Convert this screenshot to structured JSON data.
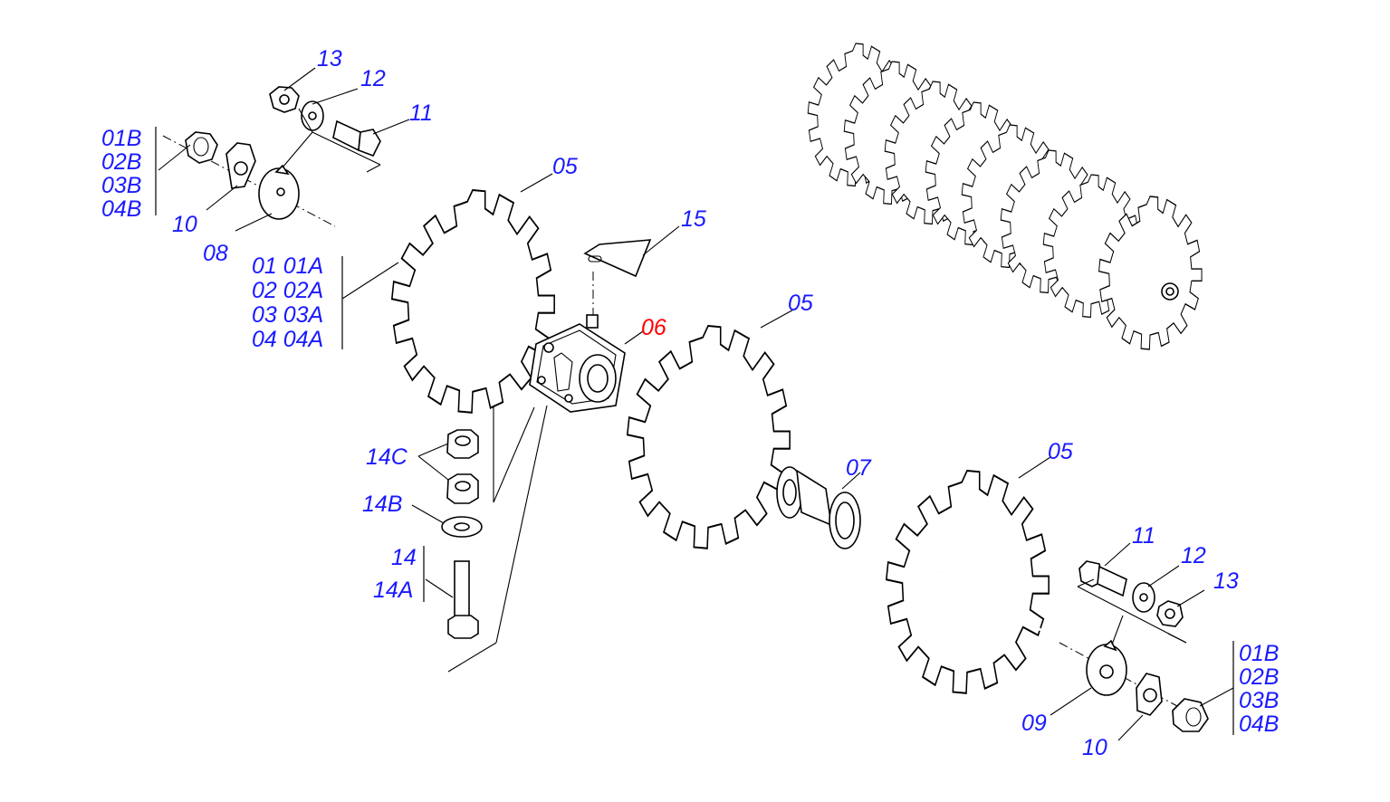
{
  "callouts": {
    "nut_top": "13",
    "washer_top": "12",
    "bolt_top": "11",
    "axle_nut_left": [
      "01B",
      "02B",
      "03B",
      "04B"
    ],
    "lock_plate_left": "10",
    "end_plate_left": "08",
    "shaft": [
      "01 01A",
      "02 02A",
      "03 03A",
      "04 04A"
    ],
    "disc_left": "05",
    "tag": "15",
    "bearing_housing": "06",
    "disc_middle": "05",
    "spacer": "07",
    "disc_right": "05",
    "hanger_nuts": "14C",
    "hanger_washer": "14B",
    "hanger_bolt": [
      "14",
      "14A"
    ],
    "bolt_bottom": "11",
    "washer_bottom": "12",
    "nut_bottom": "13",
    "end_plate_right": "09",
    "lock_plate_right": "10",
    "axle_nut_right": [
      "01B",
      "02B",
      "03B",
      "04B"
    ]
  },
  "highlight_color": "#ff0000",
  "label_color": "#1a1aff"
}
